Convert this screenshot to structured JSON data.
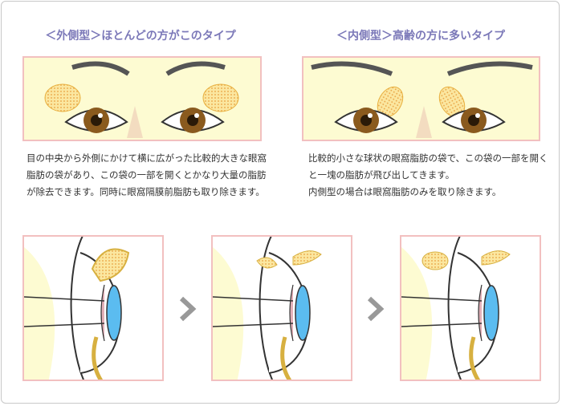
{
  "outer": {
    "title": "＜外側型＞ほとんどの方がこのタイプ",
    "description": "目の中央から外側にかけて横に広がった比較的大きな眼窩脂肪の袋があり、この袋の一部を開くとかなり大量の脂肪が除去できます。同時に眼窩隔膜前脂肪も取り除きます。"
  },
  "inner": {
    "title": "＜内側型＞高齢の方に多いタイプ",
    "description": "比較的小さな球状の眼窩脂肪の袋で、この袋の一部を開くと一塊の脂肪が飛び出してきます。\n内側型の場合は眼窩脂肪のみを取り除きます。"
  },
  "colors": {
    "title": "#7b78b8",
    "border": "#f2c0c0",
    "skin": "#fdfbd2",
    "fat": "#f8d77a",
    "iris": "#8a5a1e",
    "cornea": "#5bbcf0"
  }
}
